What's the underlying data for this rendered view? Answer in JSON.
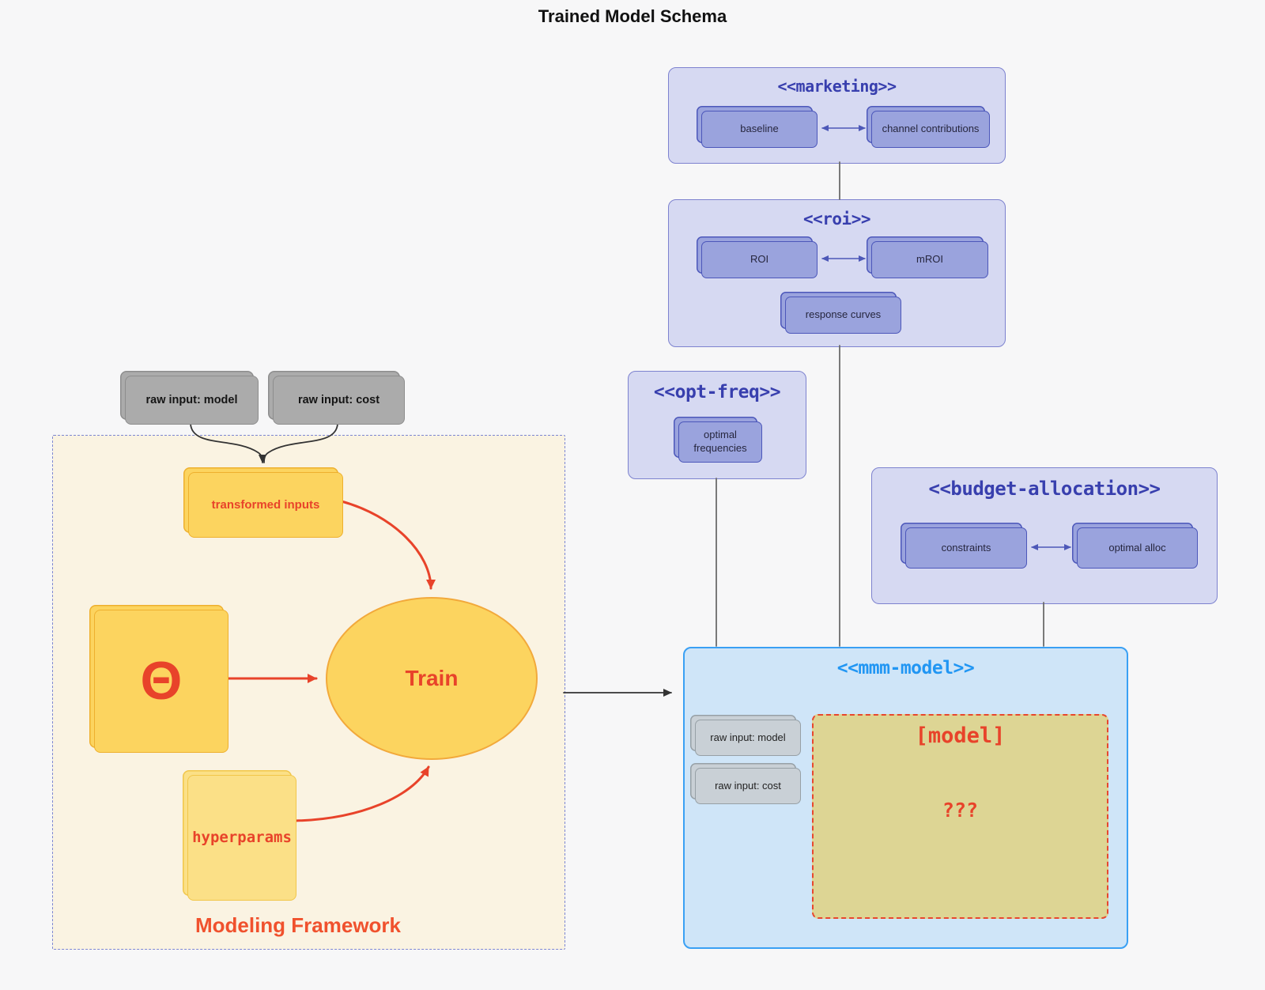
{
  "title": "Trained Model Schema",
  "clusters": {
    "marketing": {
      "title": "<<marketing>>",
      "baseline": "baseline",
      "channel_contributions": "channel contributions"
    },
    "roi": {
      "title": "<<roi>>",
      "roi": "ROI",
      "mroi": "mROI",
      "response_curves": "response curves"
    },
    "opt_freq": {
      "title": "<<opt-freq>>",
      "optimal_frequencies": "optimal\nfrequencies"
    },
    "budget_allocation": {
      "title": "<<budget-allocation>>",
      "constraints": "constraints",
      "optimal_alloc": "optimal alloc"
    },
    "mmm_model": {
      "title": "<<mmm-model>>",
      "raw_input_model": "raw input: model",
      "raw_input_cost": "raw input: cost",
      "model_placeholder": "[model]",
      "unknown": "???"
    },
    "modeling_framework": {
      "label": "Modeling Framework",
      "transformed_inputs": "transformed inputs",
      "theta": "Θ",
      "train": "Train",
      "hyperparams": "hyperparams"
    }
  },
  "external_inputs": {
    "raw_input_model": "raw input: model",
    "raw_input_cost": "raw input: cost"
  },
  "colors": {
    "background": "#f7f7f8",
    "purple_cluster_fill": "#d6d9f2",
    "purple_cluster_border": "#7d82cf",
    "purple_title": "#383fae",
    "purple_node_fill": "#9aa3dd",
    "purple_node_border": "#4c57ba",
    "blue_cluster_fill": "#cfe5f8",
    "blue_cluster_border": "#3aa0f4",
    "blue_title": "#2196f3",
    "yellow_fill": "#fcd45f",
    "yellow_border": "#eeb02e",
    "light_yellow_fill": "#fbe087",
    "light_yellow_border": "#f1c64a",
    "train_border": "#f2a93b",
    "khaki_fill": "#ddd594",
    "gray_node_fill": "#ababab",
    "gray_node_border": "#8d8d8d",
    "slate_node_fill": "#c9d0d6",
    "slate_node_border": "#97a0a6",
    "cream_fill": "#faf3e2",
    "dashed_blue_border": "#7c86d2",
    "red_accent": "#e8432a",
    "orange_label": "#f0512d",
    "edge_gray": "#6b6b6b",
    "edge_dark": "#333333"
  }
}
